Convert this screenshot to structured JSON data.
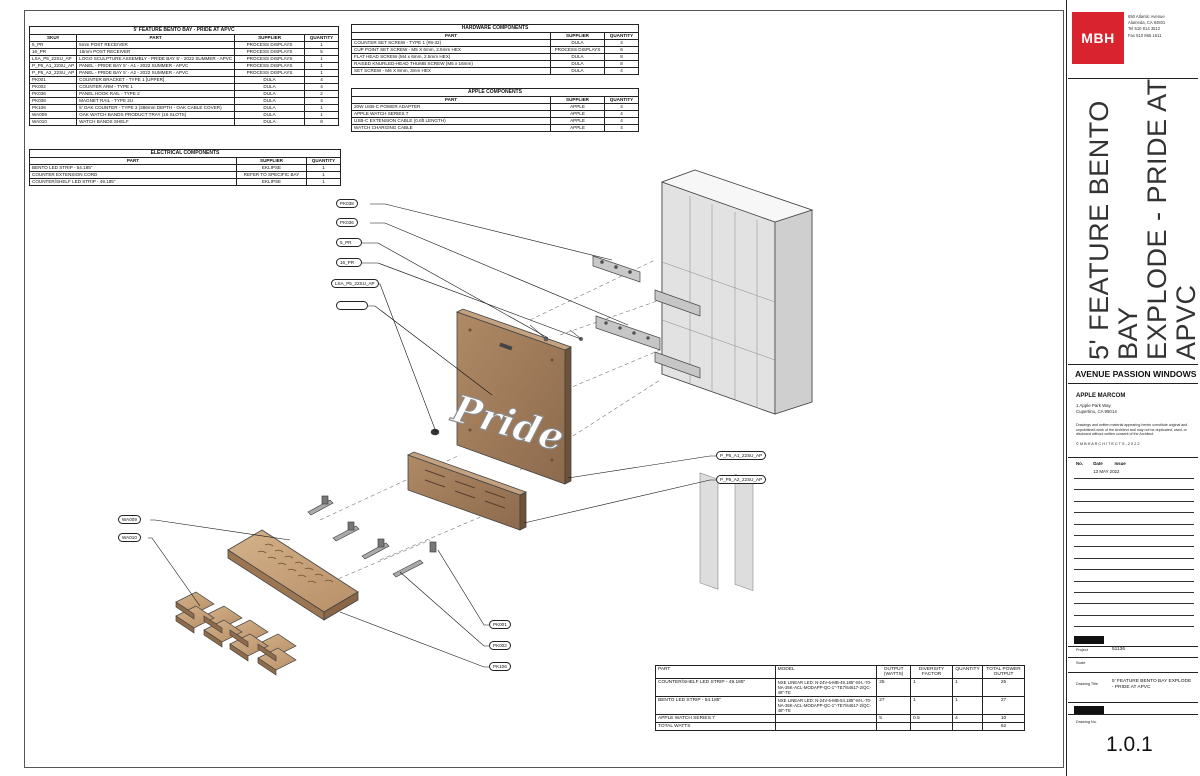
{
  "bento_table": {
    "title": "5' FEATURE BENTO BAY - PRIDE AT APVC",
    "columns": [
      "SKU#",
      "PART",
      "SUPPLIER",
      "QUANTITY"
    ],
    "rows": [
      [
        "5_PR",
        "5mm POST RECEIVER",
        "PROCESS DISPLAYS",
        "1"
      ],
      [
        "16_PR",
        "16mm POST RECEIVER",
        "PROCESS DISPLAYS",
        "5"
      ],
      [
        "LSA_P5_22SU_AP",
        "LOGO SCULPTURE ASSEMBLY - PRIDE BAY 5' - 2022 SUMMER - APVC",
        "PROCESS DISPLAYS",
        "1"
      ],
      [
        "P_P5_A1_22SU_AP",
        "PANEL - PRIDE BAY 5' - A1 - 2022 SUMMER - APVC",
        "PROCESS DISPLAYS",
        "1"
      ],
      [
        "P_P5_A2_22SU_AP",
        "PANEL - PRIDE BAY 5' - A2 - 2022 SUMMER - APVC",
        "PROCESS DISPLAYS",
        "1"
      ],
      [
        "PK001",
        "COUNTER BRACKET - TYPE 1 [UPPER]",
        "DULA",
        "4"
      ],
      [
        "PK002",
        "COUNTER ARM - TYPE 1",
        "DULA",
        "4"
      ],
      [
        "PK036",
        "PANEL HOOK RAIL - TYPE 2",
        "DULA",
        "2"
      ],
      [
        "PK038",
        "MAGNET RAIL - TYPE 2U",
        "DULA",
        "4"
      ],
      [
        "PK106",
        "5' OAK COUNTER - TYPE 3 (386mm DEPTH - OAK CABLE COVER)",
        "DULA",
        "1"
      ],
      [
        "WA009",
        "OAK WATCH BANDS PRODUCT TRAY (16 SLOTS)",
        "DULA",
        "1"
      ],
      [
        "WA010",
        "WATCH BANDS SHELF",
        "DULA",
        "8"
      ]
    ]
  },
  "electrical_table": {
    "title": "ELECTRICAL COMPONENTS",
    "columns": [
      "PART",
      "SUPPLIER",
      "QUANTITY"
    ],
    "rows": [
      [
        "BENTO LED STRIP - 54.185\"",
        "EKLIPSE",
        "1"
      ],
      [
        "COUNTER EXTENSION CORD",
        "REFER TO SPECIFIC BAY",
        "1"
      ],
      [
        "COUNTER/SHELF LED STRIP - 49.185\"",
        "EKLIPSE",
        "1"
      ]
    ]
  },
  "hardware_table": {
    "title": "HARDWARE COMPONENTS",
    "columns": [
      "PART",
      "SUPPLIER",
      "QUANTITY"
    ],
    "rows": [
      [
        "COUNTER SET SCREW - TYPE 1 (#8-32)",
        "DULA",
        "4"
      ],
      [
        "CUP POINT SET SCREW - M5 X 6mm, 2.5mm HEX",
        "PROCESS DISPLAYS",
        "6"
      ],
      [
        "FLAT HEAD SCREW (M4 x 6mm, 2.5mm HEX)",
        "DULA",
        "8"
      ],
      [
        "RAISED KNURLED-HEAD THUMB SCREW (M5 x 16mm)",
        "DULA",
        "8"
      ],
      [
        "SET SCREW - M6 X 8mm, 3mm HEX",
        "DULA",
        "4"
      ]
    ]
  },
  "apple_table": {
    "title": "APPLE COMPONENTS",
    "columns": [
      "PART",
      "SUPPLIER",
      "QUANTITY"
    ],
    "rows": [
      [
        "20W USB-C POWER ADAPTER",
        "APPLE",
        "4"
      ],
      [
        "APPLE WATCH SERIES 7",
        "APPLE",
        "4"
      ],
      [
        "USB-C EXTENSION CABLE (0.6ft LENGTH)",
        "APPLE",
        "4"
      ],
      [
        "WATCH CHARGING CABLE",
        "APPLE",
        "4"
      ]
    ]
  },
  "power_table": {
    "columns": [
      "PART",
      "MODEL",
      "OUTPUT (WATTS)",
      "DIVERSITY FACTOR",
      "QUANTITY",
      "TOTAL POWER OUTPUT"
    ],
    "rows": [
      [
        "COUNTER/SHELF LED STRIP - 49.185\"",
        "NXE LINEAR LED: N-24V-6-MB-49.185\"-M-L-70-NA-35K-ACL-MODAPP-QC-1\"-TE7/64617-2/QC-48\"-TE",
        "25",
        "1",
        "1",
        "25"
      ],
      [
        "BENTO LED STRIP - 54.185\"",
        "NXE LINEAR LED: N-24V-6-MB-54.185\"-M-L-70-NA-35K-ACL-MODAPP-QC-1\"-TE7/64617-2/QC-48\"-TE",
        "27",
        "1",
        "1",
        "27"
      ],
      [
        "APPLE WATCH SERIES 7",
        "",
        "5",
        "0.5",
        "4",
        "10"
      ]
    ],
    "total_label": "TOTAL WATTS",
    "total_value": "62"
  },
  "callouts": {
    "pk038": "PK038",
    "pk036": "PK036",
    "pr5": "5_PR",
    "pr16": "16_PR",
    "lsa": "LSA_P5_22SU_AP",
    "a1": "P_P5_A1_22SU_AP",
    "a2": "P_P5_A2_22SU_AP",
    "wa009": "WA009",
    "wa010": "WA010",
    "pk001": "PK001",
    "pk002": "PK002",
    "pk106": "PK106"
  },
  "sculpture_word": "Pride",
  "title_block": {
    "logo": "MBH",
    "firm_address": [
      "650 Atlantic Avenue",
      "Alameda, CA 94501",
      "Tel 510 814 3512",
      "Fax 510 865 1611"
    ],
    "sheet_title_lines": [
      "5' FEATURE BENTO BAY",
      "EXPLODE - PRIDE AT",
      "APVC"
    ],
    "project_name": "AVENUE PASSION WINDOWS",
    "client": "APPLE MARCOM",
    "client_address": [
      "1 Apple Park Way",
      "Cupertino, CA 95014"
    ],
    "disclaimer": "Drawings and written material appearing herein constitute original and unpublished work of the Architect and may not be duplicated, used, or disclosed without written consent of the Architect.",
    "copyright": "© M B H  A R C H I T E C T S - 2 0 2 2",
    "rev_no_label": "No.",
    "rev_date_label": "Date",
    "rev_issue_label": "Issue",
    "rev_date": "13 MAY 2022",
    "project_label": "Project",
    "project_no": "51136",
    "scale_label": "Scale",
    "drawing_title_label": "Drawing Title",
    "drawing_title": "5' FEATURE BENTO BAY EXPLODE - PRIDE AT APVC",
    "drawing_no_label": "Drawing No.",
    "drawing_no": "1.0.1"
  }
}
